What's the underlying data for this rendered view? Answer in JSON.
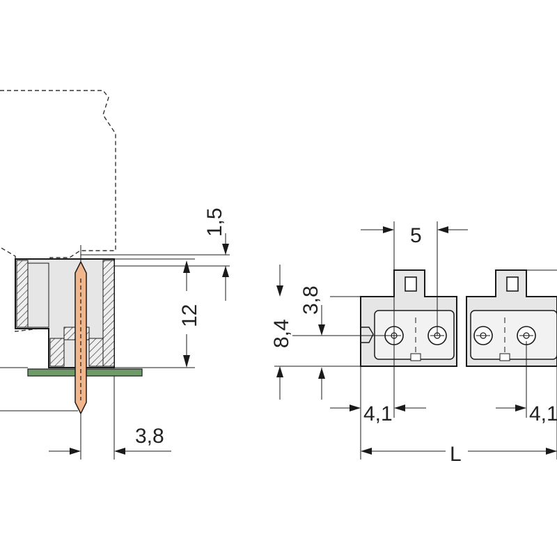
{
  "dimensions": {
    "top_gap": "1,5",
    "height": "12",
    "side_offset": "3,8",
    "pitch": "5",
    "front_upper": "3,8",
    "front_height": "8,4",
    "end_left": "4,1",
    "end_right": "4,1",
    "total_length": "L"
  }
}
